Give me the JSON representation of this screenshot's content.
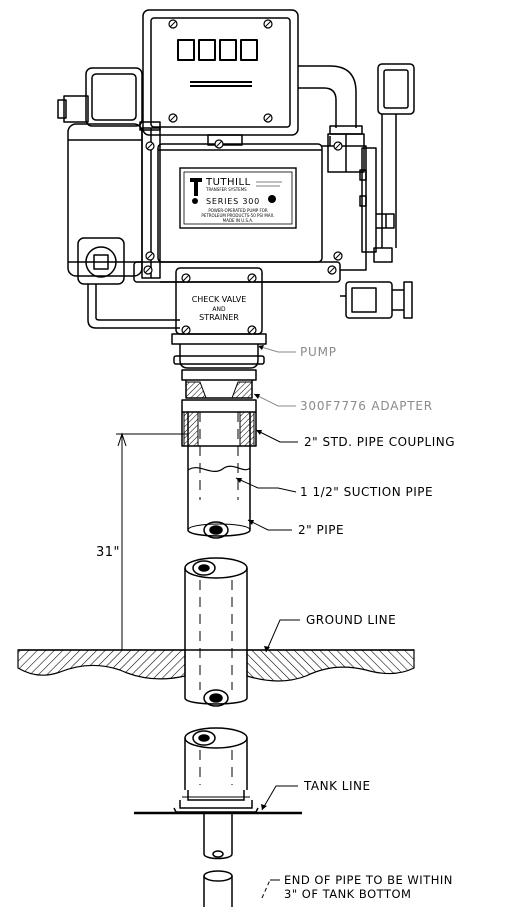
{
  "meter": {
    "digit_count": 4
  },
  "nameplate": {
    "brand": "TUTHILL",
    "sub_brand": "TRANSFER SYSTEMS",
    "series": "SERIES 300",
    "line1": "POWER-OPERATED PUMP FOR",
    "line2": "PETROLEUM PRODUCTS-50 PSI MAX.",
    "line3": "MADE IN U.S.A."
  },
  "check_valve": {
    "line1": "CHECK VALVE",
    "line2": "AND",
    "line3": "STRAINER"
  },
  "callouts": {
    "pump": "PUMP",
    "adapter": "300F7776  ADAPTER",
    "coupling": "2\" STD. PIPE COUPLING",
    "suction": "1 1/2\" SUCTION PIPE",
    "pipe": "2\" PIPE",
    "ground": "GROUND LINE",
    "tank": "TANK LINE",
    "end_line1": "END OF PIPE TO BE WITHIN",
    "end_line2": "3\" OF TANK BOTTOM"
  },
  "dimension": {
    "value": "31\""
  },
  "colors": {
    "line": "#000000",
    "callout_grey": "#8a8a8a"
  }
}
